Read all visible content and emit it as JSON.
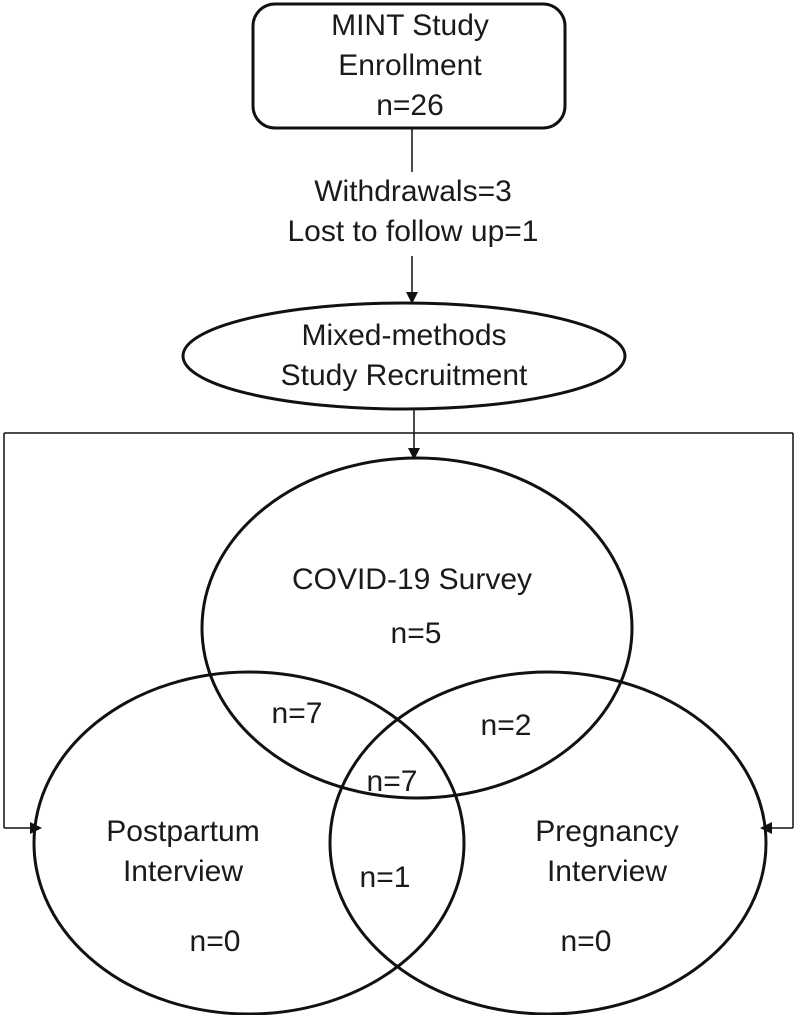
{
  "enrollment": {
    "line1": "MINT Study",
    "line2": "Enrollment",
    "count": "n=26"
  },
  "attrition": {
    "withdrawals": "Withdrawals=3",
    "lost": "Lost to follow up=1"
  },
  "recruitment": {
    "line1": "Mixed-methods",
    "line2": "Study Recruitment"
  },
  "sets": {
    "covid": {
      "title": "COVID-19 Survey",
      "count": "n=5"
    },
    "postpartum": {
      "line1": "Postpartum",
      "line2": "Interview",
      "count": "n=0"
    },
    "pregnancy": {
      "line1": "Pregnancy",
      "line2": "Interview",
      "count": "n=0"
    }
  },
  "overlaps": {
    "covid_postpartum": "n=7",
    "covid_pregnancy": "n=2",
    "all_three": "n=7",
    "postpartum_pregnancy": "n=1"
  }
}
